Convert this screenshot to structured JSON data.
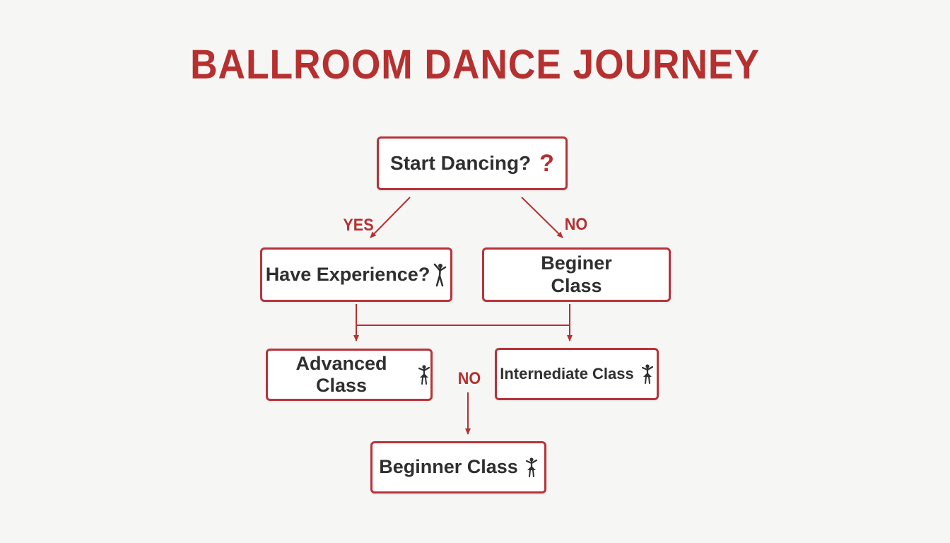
{
  "title": "BALLROOM DANCE JOURNEY",
  "colors": {
    "accent": "#b5302f",
    "border": "#b7333a",
    "text": "#2f2f2f",
    "background": "#f6f6f5"
  },
  "nodes": {
    "start": {
      "label": "Start Dancing?",
      "icon": "question-mark-icon",
      "icon_text": "?"
    },
    "experience": {
      "label": "Have Experience?",
      "icon": "dancer-icon"
    },
    "beginer": {
      "label": "Beginer\nClass"
    },
    "advanced": {
      "label": "Advanced Class",
      "icon": "dancer-icon"
    },
    "intermediate": {
      "label": "Internediate Class",
      "icon": "dancer-icon"
    },
    "beginner": {
      "label": "Beginner Class",
      "icon": "dancer-icon"
    }
  },
  "edge_labels": {
    "yes": "YES",
    "no_right": "NO",
    "no_bottom": "NO"
  }
}
